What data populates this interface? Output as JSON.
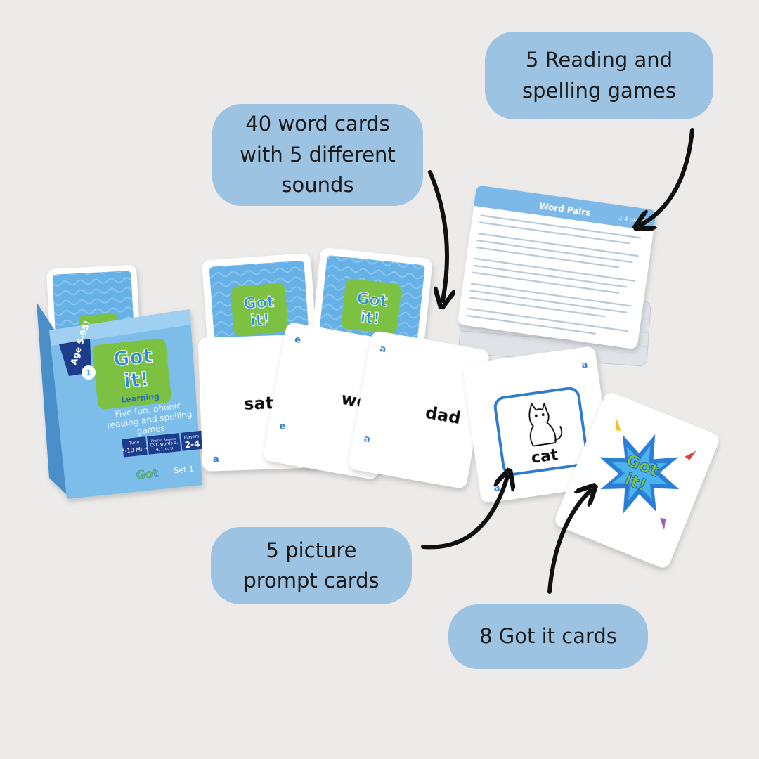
{
  "callouts": {
    "reading_games": "5 Reading and\nspelling games",
    "word_cards": "40 word cards\nwith 5 different\nsounds",
    "picture_cards": "5 picture\nprompt cards",
    "gotit_cards": "8 Got it cards"
  },
  "box": {
    "age_badge": "Age 5-95!",
    "brand_line1": "Got",
    "brand_line2": "it!",
    "brand_sub": "Learning",
    "set_badge": "1",
    "tagline": "Five fun, phonic reading and spelling games",
    "time_label": "Time",
    "time_value": "5-10 Mins",
    "sounds_label": "Phonic Sounds",
    "sounds_value": "CVC words a, e, i, o, u",
    "players_label": "Players",
    "players_value": "2-4",
    "set_text": "Set 1"
  },
  "cards": {
    "word1": "sat",
    "word2": "wet",
    "word3": "dad",
    "picture_word": "cat",
    "gotit_line1": "Got",
    "gotit_line2": "it!",
    "corner_a": "a",
    "corner_e": "e"
  },
  "rules_card": {
    "title": "Word Pairs",
    "players": "2-4 players"
  },
  "colors": {
    "background": "#ecebea",
    "bubble": "#9dc3e2",
    "brand_blue": "#5aa7df",
    "brand_green": "#7dc142",
    "accent_red": "#e23b3b"
  }
}
